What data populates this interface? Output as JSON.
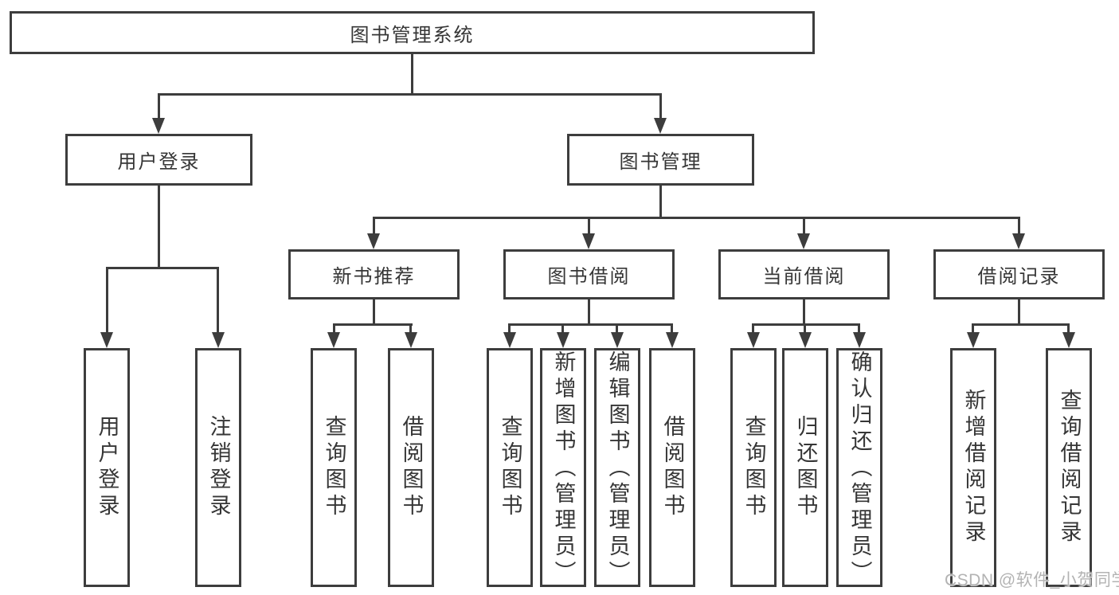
{
  "canvas": {
    "background": "#ffffff",
    "line_color": "#3d3d3d",
    "text_color": "#363636",
    "watermark_color": "#b3b3b3"
  },
  "diagram": {
    "type": "tree",
    "root": {
      "label": "图书管理系统"
    },
    "level2": [
      {
        "label": "用户登录",
        "parent": "图书管理系统"
      },
      {
        "label": "图书管理",
        "parent": "图书管理系统"
      }
    ],
    "level3": [
      {
        "label": "新书推荐",
        "parent": "图书管理"
      },
      {
        "label": "图书借阅",
        "parent": "图书管理"
      },
      {
        "label": "当前借阅",
        "parent": "图书管理"
      },
      {
        "label": "借阅记录",
        "parent": "图书管理"
      }
    ],
    "leaves": [
      {
        "label": "用户登录",
        "parent": "用户登录"
      },
      {
        "label": "注销登录",
        "parent": "用户登录"
      },
      {
        "label": "查询图书",
        "parent": "新书推荐"
      },
      {
        "label": "借阅图书",
        "parent": "新书推荐"
      },
      {
        "label": "查询图书",
        "parent": "图书借阅"
      },
      {
        "label": "新增图书（管理员）",
        "parent": "图书借阅"
      },
      {
        "label": "编辑图书（管理员）",
        "parent": "图书借阅"
      },
      {
        "label": "借阅图书",
        "parent": "图书借阅"
      },
      {
        "label": "查询图书",
        "parent": "当前借阅"
      },
      {
        "label": "归还图书",
        "parent": "当前借阅"
      },
      {
        "label": "确认归还（管理员）",
        "parent": "当前借阅"
      },
      {
        "label": "新增借阅记录",
        "parent": "借阅记录"
      },
      {
        "label": "查询借阅记录",
        "parent": "借阅记录"
      }
    ]
  },
  "watermark": {
    "text": "CSDN @软件_小贺同学"
  }
}
